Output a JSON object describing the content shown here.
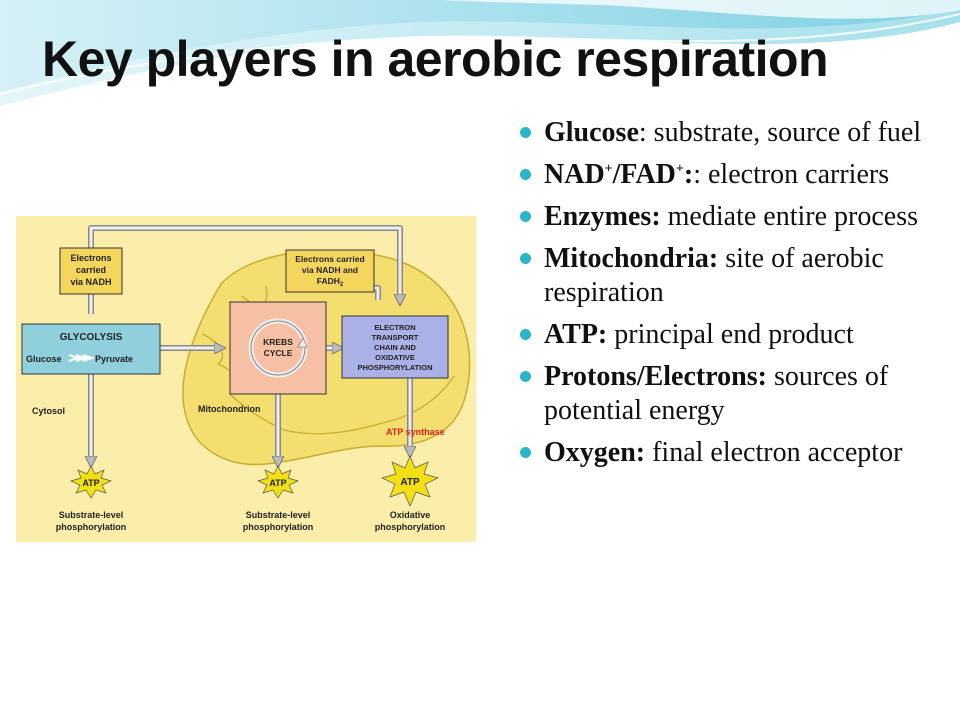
{
  "slide": {
    "title": "Key players in aerobic respiration",
    "bullets": [
      {
        "term": "Glucose",
        "sep": ":  ",
        "desc": "substrate, source of fuel"
      },
      {
        "term": "NAD",
        "sup1": "+",
        "mid": "/FAD",
        "sup2": "+",
        "sep": ":  ",
        "desc": "electron carriers"
      },
      {
        "term": "Enzymes:",
        "sep": "  ",
        "desc": "mediate entire process"
      },
      {
        "term": "Mitochondria:",
        "sep": "  ",
        "desc": "site of aerobic respiration"
      },
      {
        "term": "ATP:",
        "sep": "  ",
        "desc": "principal end product"
      },
      {
        "term": "Protons/Electrons:",
        "sep": " ",
        "desc": "sources of potential energy"
      },
      {
        "term": "Oxygen:",
        "sep": "  ",
        "desc": "final electron acceptor"
      }
    ]
  },
  "diagram": {
    "electrons_nadh": [
      "Electrons",
      "carried",
      "via NADH"
    ],
    "electrons_nadh_fadh": [
      "Electrons carried",
      "via NADH and",
      "FADH"
    ],
    "fadh_sub": "2",
    "glycolysis": "GLYCOLYSIS",
    "glucose": "Glucose",
    "pyruvate": "Pyruvate",
    "krebs": [
      "KREBS",
      "CYCLE"
    ],
    "etc": [
      "ELECTRON",
      "TRANSPORT",
      "CHAIN AND",
      "OXIDATIVE",
      "PHOSPHORYLATION"
    ],
    "cytosol": "Cytosol",
    "mitochondrion": "Mitochondrion",
    "atp_synthase": "ATP synthase",
    "atp": "ATP",
    "outputs": [
      [
        "Substrate-level",
        "phosphorylation"
      ],
      [
        "Substrate-level",
        "phosphorylation"
      ],
      [
        "Oxidative",
        "phosphorylation"
      ]
    ]
  },
  "colors": {
    "panel_bg": "#fbeeab",
    "mitochondrion_fill": "#f5de70",
    "glycolysis_box": "#8fd0dc",
    "krebs_box": "#f6c0a4",
    "etc_box": "#aab1e6",
    "label_box": "#f5d65c",
    "atp_burst": "#f3e014",
    "atp_synthase_text": "#e02020",
    "bullet_dot": "#2bb5c8"
  }
}
